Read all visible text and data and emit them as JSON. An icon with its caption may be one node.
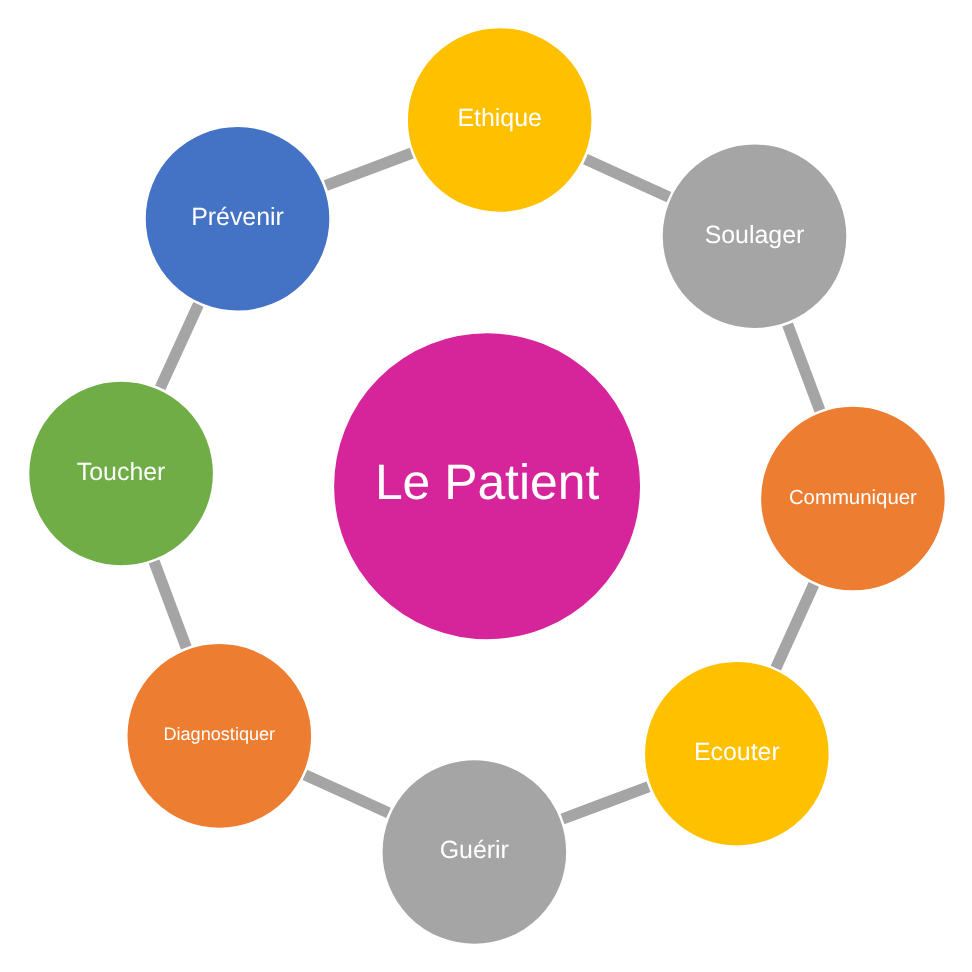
{
  "diagram": {
    "nodes": [
      {
        "text": [
          "Le Patient"
        ]
      },
      {
        "text": [
          "Communiquer"
        ]
      },
      {
        "text": [
          "Soulager"
        ]
      },
      {
        "text": [
          "Ethique"
        ]
      },
      {
        "text": [
          "Prévenir"
        ]
      },
      {
        "text": [
          "Toucher"
        ]
      },
      {
        "text": [
          "Diagnostiquer"
        ]
      },
      {
        "text": [
          "Guérir"
        ]
      },
      {
        "text": [
          "Ecouter"
        ]
      }
    ],
    "edges": [
      {
        "from": 1,
        "to": 2,
        "arrow": "none"
      },
      {
        "from": 2,
        "to": 3,
        "arrow": "none"
      },
      {
        "from": 3,
        "to": 4,
        "arrow": "none"
      },
      {
        "from": 4,
        "to": 5,
        "arrow": "none"
      },
      {
        "from": 5,
        "to": 6,
        "arrow": "none"
      },
      {
        "from": 6,
        "to": 7,
        "arrow": "none"
      },
      {
        "from": 7,
        "to": 8,
        "arrow": "none"
      },
      {
        "from": 8,
        "to": 1,
        "arrow": "none"
      }
    ]
  }
}
